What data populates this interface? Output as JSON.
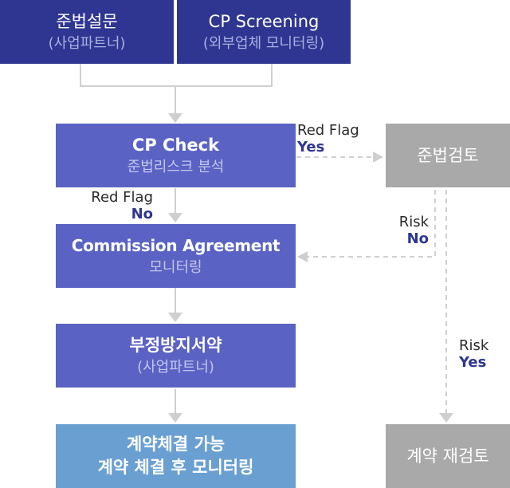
{
  "top_left": {
    "title": "준법설문",
    "subtitle": "(사업파트너)"
  },
  "top_right": {
    "title": "CP Screening",
    "subtitle": "(외부업체 모니터링)"
  },
  "cp_check": {
    "title": "CP Check",
    "subtitle": "준법리스크 분석"
  },
  "compliance_review": {
    "title": "준법검토"
  },
  "commission": {
    "title": "Commission Agreement",
    "subtitle": "모니터링"
  },
  "anti_corruption": {
    "title": "부정방지서약",
    "subtitle": "(사업파트너)"
  },
  "contract_ok": {
    "line1": "계약체결 가능",
    "line2": "계약 체결 후 모니터링"
  },
  "contract_review": {
    "title": "계약 재검토"
  },
  "labels": {
    "red_flag_yes": {
      "line1": "Red Flag",
      "line2": "Yes"
    },
    "red_flag_no": {
      "line1": "Red Flag",
      "line2": "No"
    },
    "risk_no": {
      "line1": "Risk",
      "line2": "No"
    },
    "risk_yes": {
      "line1": "Risk",
      "line2": "Yes"
    }
  },
  "colors": {
    "navy": "#2e3691",
    "mid_blue": "#5a62c3",
    "light_blue": "#6a9fd2",
    "grey": "#a9a9a9",
    "connector": "#cfcfcf"
  }
}
